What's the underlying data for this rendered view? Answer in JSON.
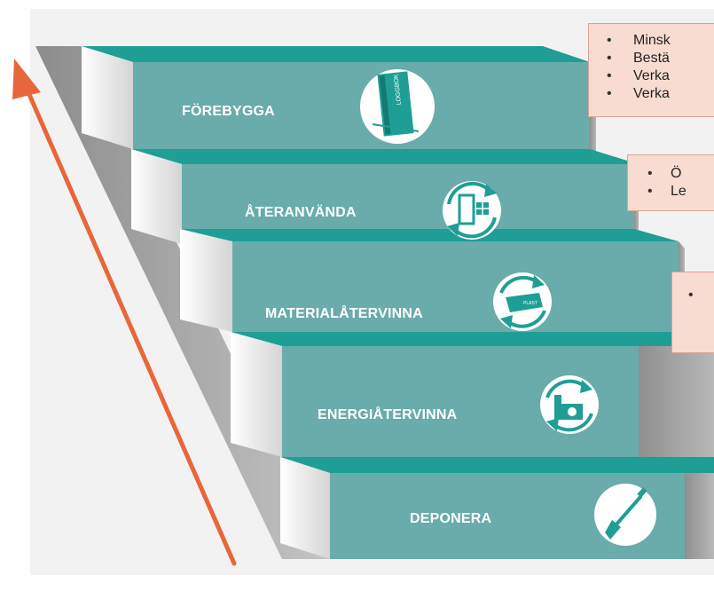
{
  "diagram": {
    "steps": [
      {
        "label": "FÖREBYGGA",
        "icon": "logbook-icon"
      },
      {
        "label": "ÅTERANVÄNDA",
        "icon": "door-window-reuse-icon"
      },
      {
        "label": "MATERIALÅTERVINNA",
        "icon": "plastic-recycle-icon"
      },
      {
        "label": "ENERGIÅTERVINNA",
        "icon": "energy-plant-recycle-icon"
      },
      {
        "label": "DEPONERA",
        "icon": "shovel-icon"
      }
    ],
    "notes": [
      {
        "items": [
          "Minsk",
          "Bestä",
          "Verka",
          "Verka"
        ]
      },
      {
        "items": [
          "Ö",
          "Le"
        ]
      },
      {
        "items": [
          ""
        ]
      }
    ],
    "colors": {
      "step_face": "#6aabab",
      "step_tread": "#1f9e95",
      "riser_shadow": "#a6a6a6",
      "note_fill": "#f9dcd1",
      "arrow": "#e8663a",
      "background": "#f2f2f2"
    }
  }
}
